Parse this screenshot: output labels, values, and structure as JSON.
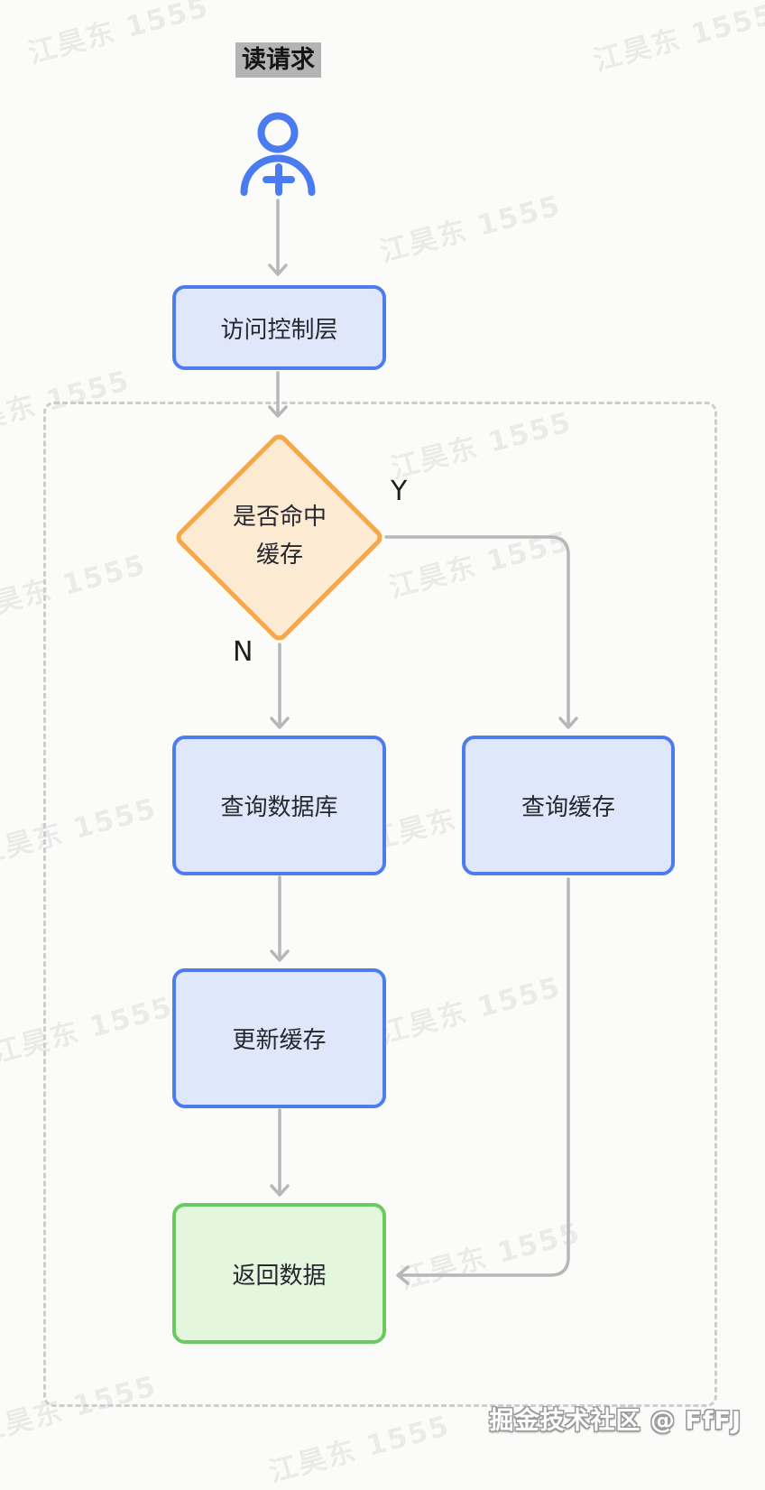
{
  "title": {
    "text": "读请求"
  },
  "nodes": {
    "access": {
      "label": "访问控制层"
    },
    "decision": {
      "line1": "是否命中",
      "line2": "缓存"
    },
    "query_db": {
      "label": "查询数据库"
    },
    "query_cache": {
      "label": "查询缓存"
    },
    "update_cache": {
      "label": "更新缓存"
    },
    "return_data": {
      "label": "返回数据"
    }
  },
  "branch_labels": {
    "yes": "Y",
    "no": "N"
  },
  "watermark": {
    "text": "江昊东 1555",
    "positions": [
      [
        28,
        8
      ],
      [
        655,
        16
      ],
      [
        418,
        228
      ],
      [
        -60,
        422
      ],
      [
        430,
        468
      ],
      [
        -42,
        626
      ],
      [
        428,
        600
      ],
      [
        -30,
        896
      ],
      [
        406,
        880
      ],
      [
        -12,
        1116
      ],
      [
        418,
        1094
      ],
      [
        440,
        1366
      ],
      [
        -30,
        1536
      ],
      [
        295,
        1580
      ]
    ]
  },
  "credit": {
    "text": "掘金技术社区 @ FfFJ"
  },
  "colors": {
    "process_border": "#4d7cee",
    "process_fill": "#dfe7fb",
    "decision_border": "#f7a64a",
    "decision_fill": "#fcead2",
    "result_border": "#68ca5f",
    "result_fill": "#e4f6de",
    "arrow": "#b7b7b7",
    "container_border": "#cdcdcd",
    "title_highlight": "#b4b4b4",
    "icon_blue": "#4a7bf0"
  }
}
